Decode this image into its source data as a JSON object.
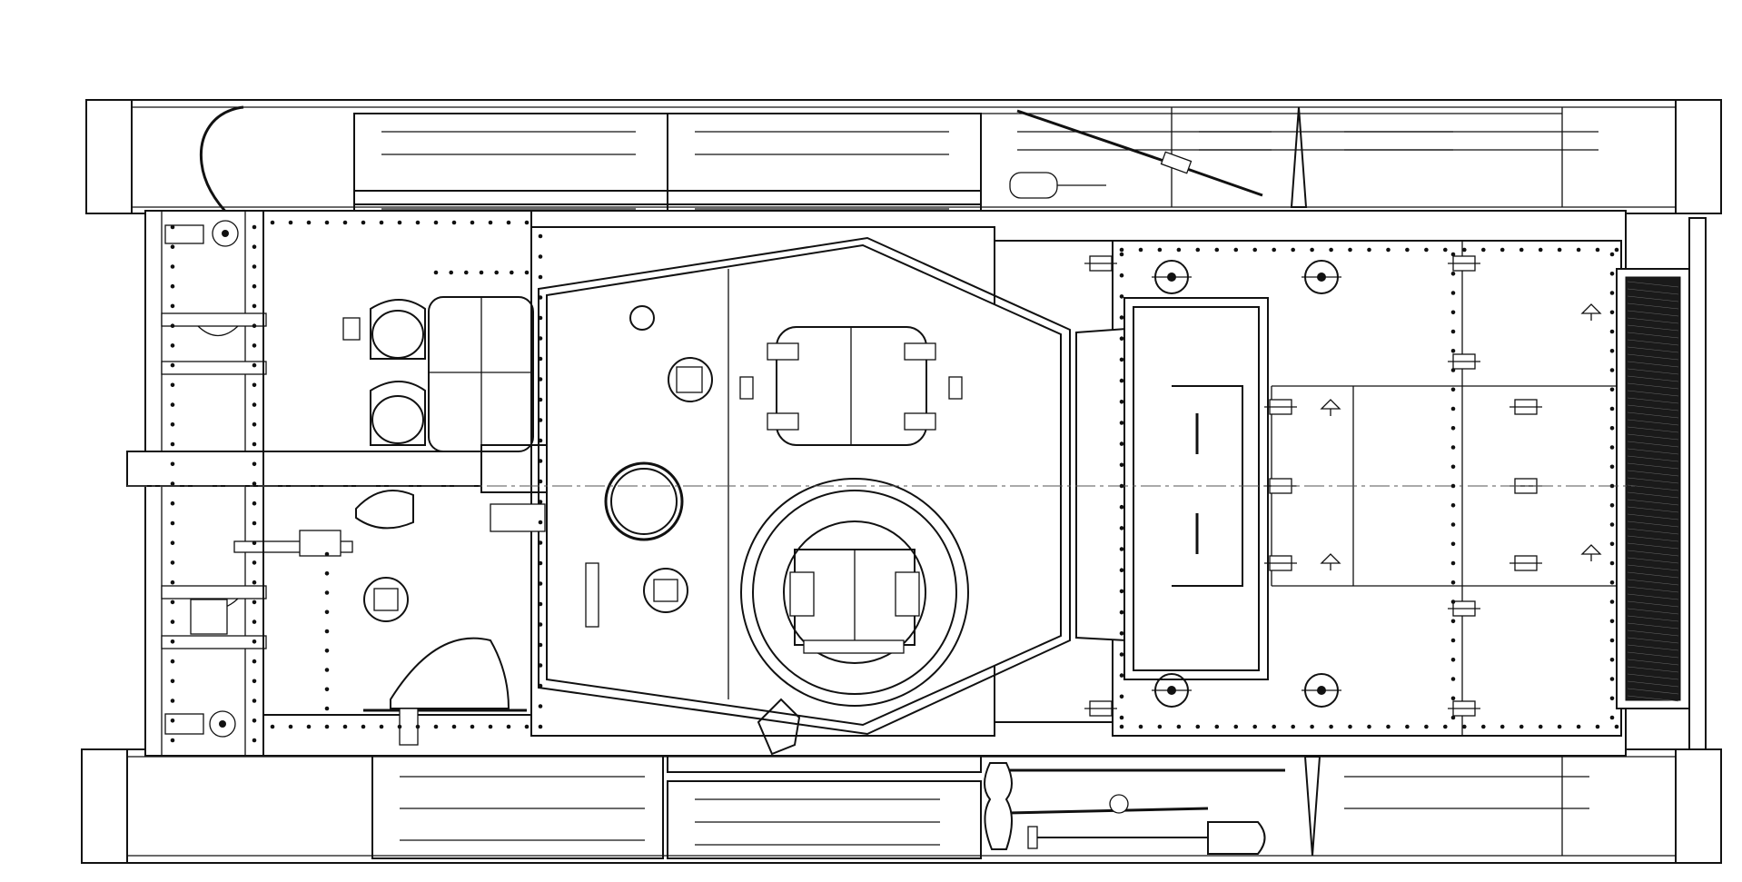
{
  "drawing": {
    "type": "technical-line-drawing",
    "view": "top",
    "line_color": "#111111",
    "background": "#ffffff",
    "components": [
      "left-track-fender",
      "right-track-fender",
      "hull-rear-plate",
      "engine-deck",
      "radiator-grille",
      "turret",
      "commander-cupola",
      "main-gun",
      "hull-machine-gun",
      "driver-hatch",
      "radio-operator-hatch",
      "tow-shackles",
      "shovel",
      "tow-cable",
      "jack",
      "fire-extinguisher"
    ]
  }
}
